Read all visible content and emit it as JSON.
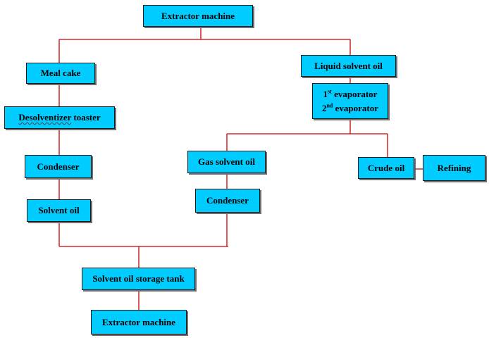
{
  "boxes": {
    "extractor_top": "Extractor machine",
    "meal_cake": "Meal cake",
    "desolventizer_word": "Desolventizer",
    "desolventizer_rest": " toaster",
    "condenser_left": "Condenser",
    "solvent_oil": "Solvent oil",
    "liquid_solvent_oil": "Liquid solvent oil",
    "evap1_num": "1",
    "evap1_sup": "st",
    "evap1_text": " evaporator",
    "evap2_num": "2",
    "evap2_sup": "nd",
    "evap2_text": " evaporator",
    "gas_solvent_oil": "Gas solvent oil",
    "condenser_mid": "Condenser",
    "crude_oil": "Crude oil",
    "refining": "Refining",
    "storage_tank": "Solvent oil storage tank",
    "extractor_bottom": "Extractor machine"
  },
  "colors": {
    "box_fill": "#00ccff",
    "connector": "#cc0000",
    "border": "#1a1a1a"
  }
}
